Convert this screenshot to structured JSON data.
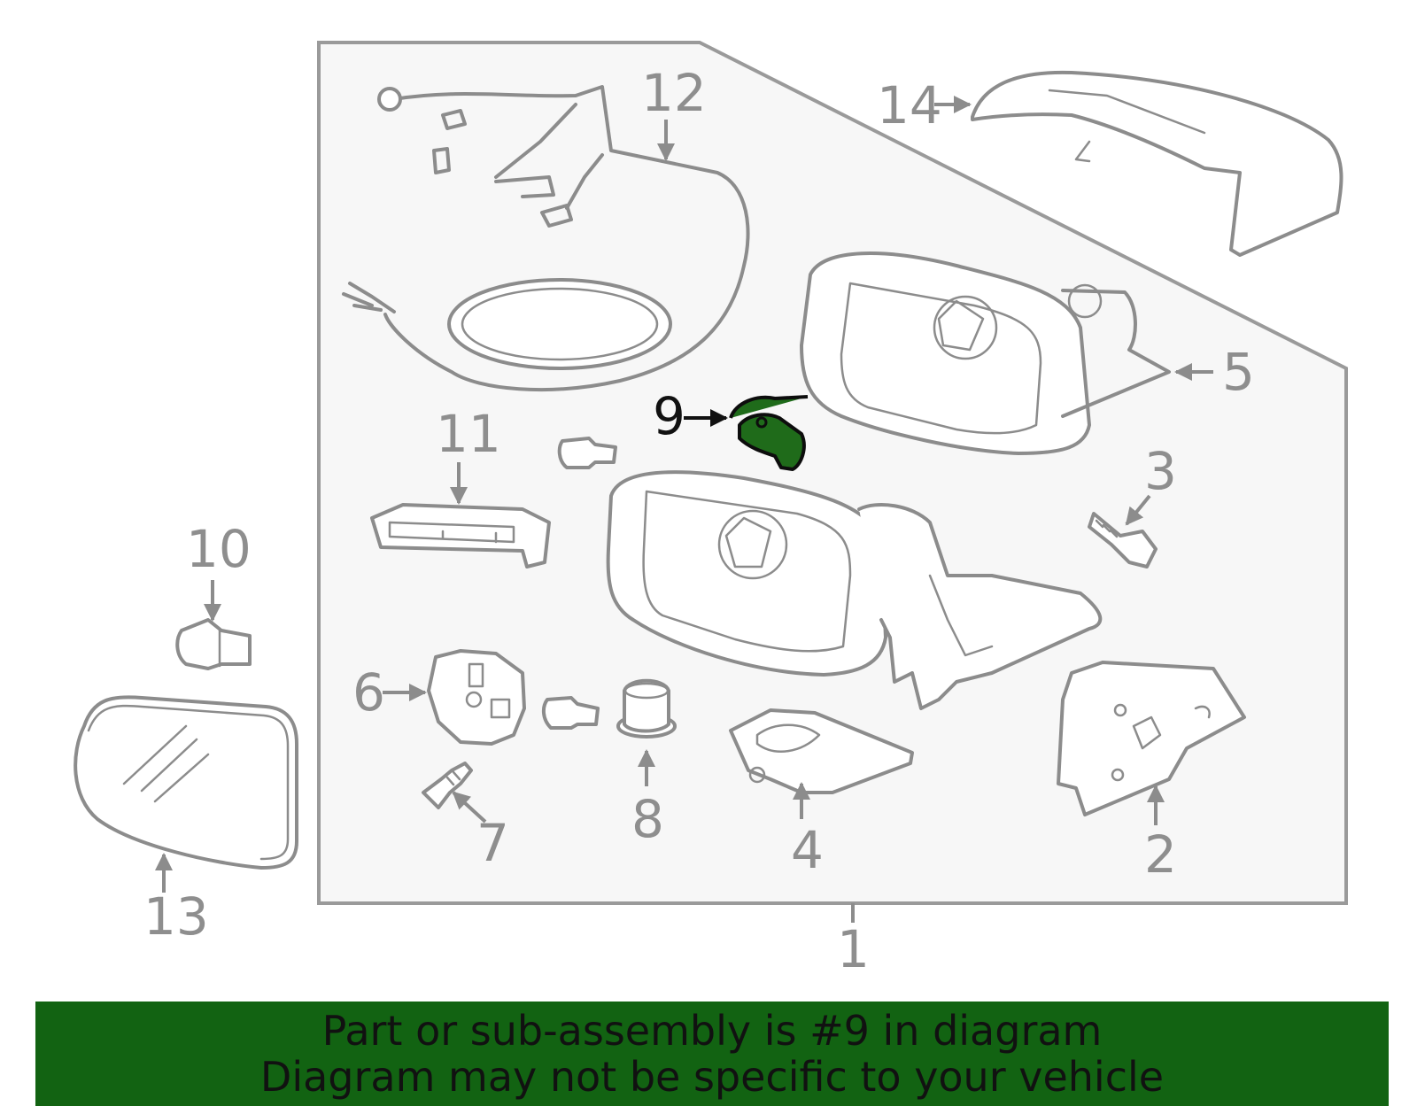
{
  "diagram": {
    "highlight_color": "#1f6b1a",
    "banner_color": "#126312",
    "callouts": {
      "c1": "1",
      "c2": "2",
      "c3": "3",
      "c4": "4",
      "c5": "5",
      "c6": "6",
      "c7": "7",
      "c8": "8",
      "c9": "9",
      "c10": "10",
      "c11": "11",
      "c12": "12",
      "c13": "13",
      "c14": "14"
    },
    "highlighted_part": "9"
  },
  "banner": {
    "line1": "Part or sub-assembly is #9 in diagram",
    "line2": "Diagram may not be specific to your vehicle"
  }
}
